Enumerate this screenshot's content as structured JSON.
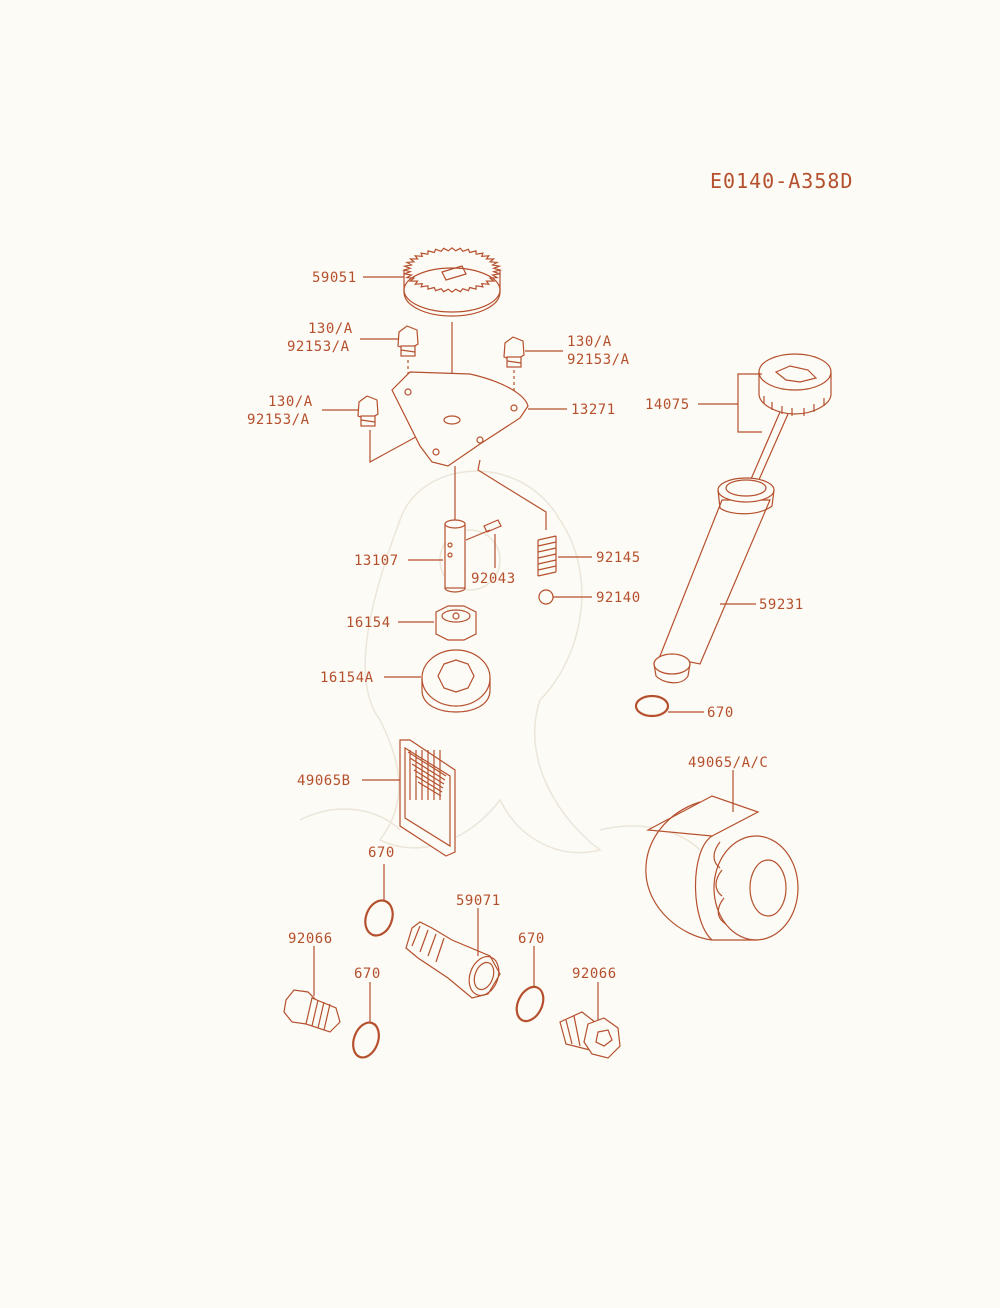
{
  "diagram_code": "E0140-A358D",
  "colors": {
    "line": "#b5502e",
    "background": "#fdfbf5"
  },
  "labels": {
    "gear": "59051",
    "bolt_a_top": "130/A",
    "bolt_a_bottom": "92153/A",
    "bolt_b_top": "130/A",
    "bolt_b_bottom": "92153/A",
    "bolt_c_top": "130/A",
    "bolt_c_bottom": "92153/A",
    "cover": "13271",
    "dipstick": "14075",
    "shaft": "13107",
    "pin": "92043",
    "spring": "92145",
    "ball": "92140",
    "tube": "59231",
    "rotor_inner": "16154",
    "rotor_outer": "16154A",
    "oring_tube": "670",
    "screen": "49065B",
    "filter": "49065/A/C",
    "oring_left": "670",
    "fitting": "59071",
    "oring_mid": "670",
    "oring_right": "670",
    "plug_left": "92066",
    "plug_right": "92066"
  }
}
